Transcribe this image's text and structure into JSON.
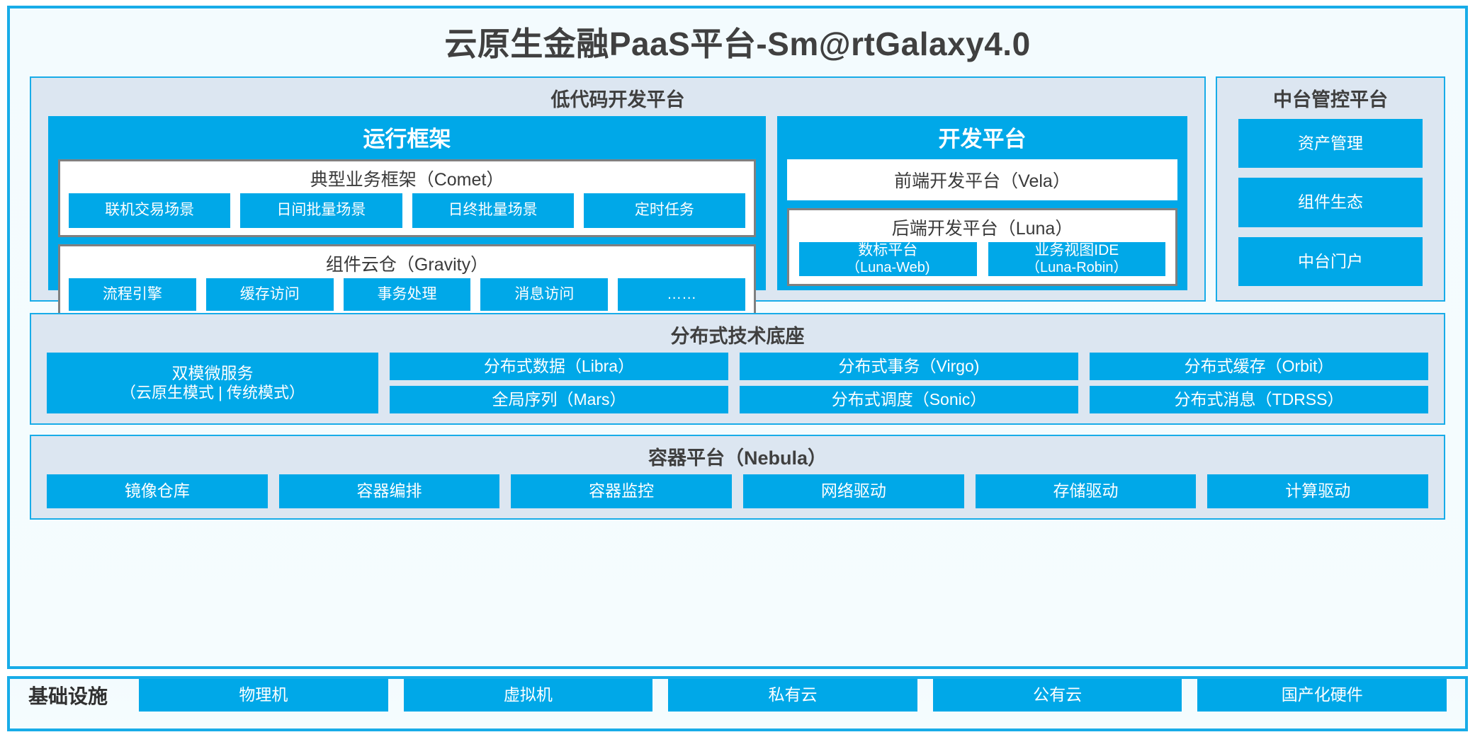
{
  "title": "云原生金融PaaS平台-Sm@rtGalaxy4.0",
  "colors": {
    "accent": "#18ace8",
    "cyan": "#00a8e8",
    "group_bg": "#dce6f1",
    "page_bg": "#f5fcfe",
    "box_border": "#808080",
    "text_dark": "#3f3f3f"
  },
  "lowcode": {
    "title": "低代码开发平台",
    "runtime": {
      "title": "运行框架",
      "comet": {
        "title": "典型业务框架（Comet）",
        "items": [
          "联机交易场景",
          "日间批量场景",
          "日终批量场景",
          "定时任务"
        ]
      },
      "gravity": {
        "title": "组件云仓（Gravity）",
        "items": [
          "流程引擎",
          "缓存访问",
          "事务处理",
          "消息访问",
          "……"
        ]
      }
    },
    "dev": {
      "title": "开发平台",
      "vela": "前端开发平台（Vela）",
      "luna": {
        "title": "后端开发平台（Luna）",
        "items": [
          {
            "line1": "数标平台",
            "line2": "（Luna-Web)"
          },
          {
            "line1": "业务视图IDE",
            "line2": "（Luna-Robin）"
          }
        ]
      }
    }
  },
  "mgmt": {
    "title": "中台管控平台",
    "items": [
      "资产管理",
      "组件生态",
      "中台门户"
    ]
  },
  "foundation": {
    "title": "分布式技术底座",
    "dual_mode": {
      "line1": "双模微服务",
      "line2": "（云原生模式 | 传统模式）"
    },
    "columns": [
      [
        "分布式数据（Libra）",
        "全局序列（Mars）"
      ],
      [
        "分布式事务（Virgo)",
        "分布式调度（Sonic）"
      ],
      [
        "分布式缓存（Orbit）",
        "分布式消息（TDRSS）"
      ]
    ]
  },
  "container": {
    "title": "容器平台（Nebula）",
    "items": [
      "镜像仓库",
      "容器编排",
      "容器监控",
      "网络驱动",
      "存储驱动",
      "计算驱动"
    ]
  },
  "infrastructure": {
    "label": "基础设施",
    "items": [
      "物理机",
      "虚拟机",
      "私有云",
      "公有云",
      "国产化硬件"
    ]
  }
}
